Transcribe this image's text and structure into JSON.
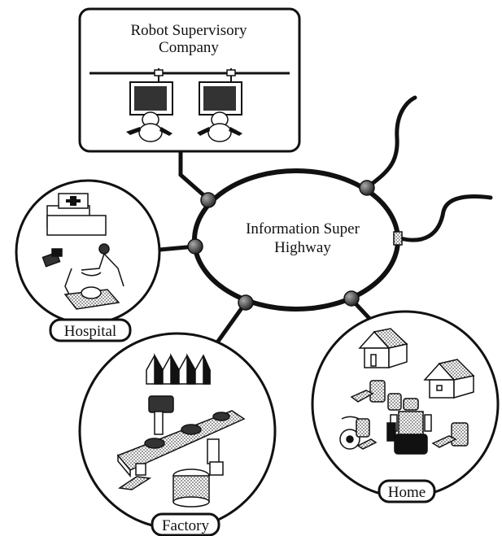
{
  "company": {
    "title_line1": "Robot Supervisory",
    "title_line2": "Company"
  },
  "highway": {
    "label_line1": "Information Super",
    "label_line2": "Highway"
  },
  "sites": {
    "hospital": {
      "label": "Hospital"
    },
    "factory": {
      "label": "Factory"
    },
    "home": {
      "label": "Home"
    }
  },
  "colors": {
    "ink": "#111111",
    "node": "#555555",
    "screen": "#333333",
    "paper": "#ffffff"
  },
  "icons": [
    "monitor-icon",
    "operator-icon",
    "hospital-building-icon",
    "surgical-robot-icon",
    "factory-building-icon",
    "conveyor-robot-icon",
    "house-icon",
    "vacuum-robot-icon",
    "humanoid-robot-icon",
    "network-node-icon"
  ]
}
